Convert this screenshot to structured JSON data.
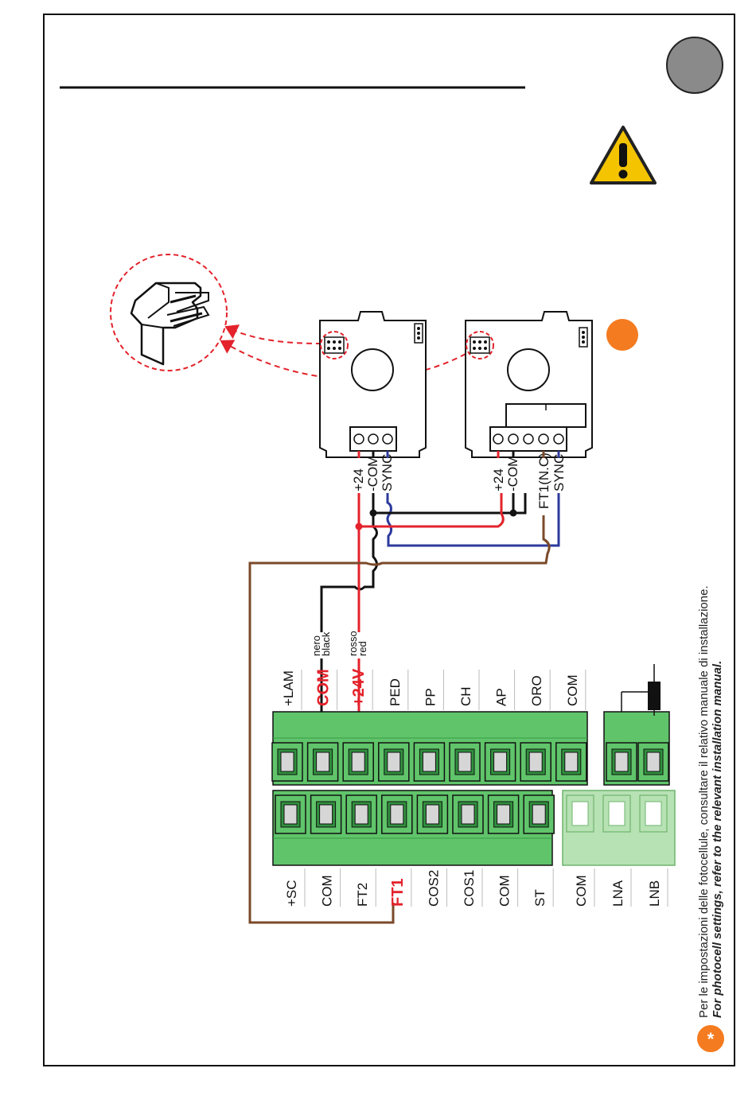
{
  "colors": {
    "wire_red": "#e3222b",
    "wire_black": "#111111",
    "wire_blue": "#2b3a9c",
    "wire_brown": "#7a4a2a",
    "terminal_green": "#5fc46a",
    "terminal_light_green": "#b7e3b4",
    "accent_orange": "#f47b20",
    "warning_yellow": "#f5c400",
    "badge_grey": "#8a8a8a"
  },
  "photocell_rx": {
    "terminals": [
      "+24",
      "-COM",
      "SYNC"
    ]
  },
  "photocell_tx": {
    "terminals": [
      "+24",
      "-COM",
      "FT1(N.C)",
      "SYNC"
    ]
  },
  "wire_labels": {
    "black_it": "nero",
    "black_en": "black",
    "red_it": "rosso",
    "red_en": "red"
  },
  "upper_terminals": [
    {
      "label": "+LAM",
      "highlight": false
    },
    {
      "label": "COM",
      "highlight": true
    },
    {
      "label": "+24V",
      "highlight": true
    },
    {
      "label": "PED",
      "highlight": false
    },
    {
      "label": "PP",
      "highlight": false
    },
    {
      "label": "CH",
      "highlight": false
    },
    {
      "label": "AP",
      "highlight": false
    },
    {
      "label": "ORO",
      "highlight": false
    },
    {
      "label": "COM",
      "highlight": false
    }
  ],
  "lower_terminals": [
    {
      "label": "+SC",
      "highlight": false
    },
    {
      "label": "COM",
      "highlight": false
    },
    {
      "label": "FT2",
      "highlight": false
    },
    {
      "label": "FT1",
      "highlight": true
    },
    {
      "label": "COS2",
      "highlight": false
    },
    {
      "label": "COS1",
      "highlight": false
    },
    {
      "label": "COM",
      "highlight": false
    },
    {
      "label": "ST",
      "highlight": false
    }
  ],
  "lower_light_terminals": [
    {
      "label": "COM"
    },
    {
      "label": "LNA"
    },
    {
      "label": "LNB"
    }
  ],
  "note": {
    "symbol": "*",
    "text_it": "Per le impostazioni delle fotocellule, consultare il relativo manuale di installazione.",
    "text_en": "For photocell settings, refer to the relevant installation manual."
  },
  "icons": {
    "warning": "warning-triangle-icon",
    "badge": "grey-circle-badge",
    "marker": "orange-dot-marker"
  }
}
